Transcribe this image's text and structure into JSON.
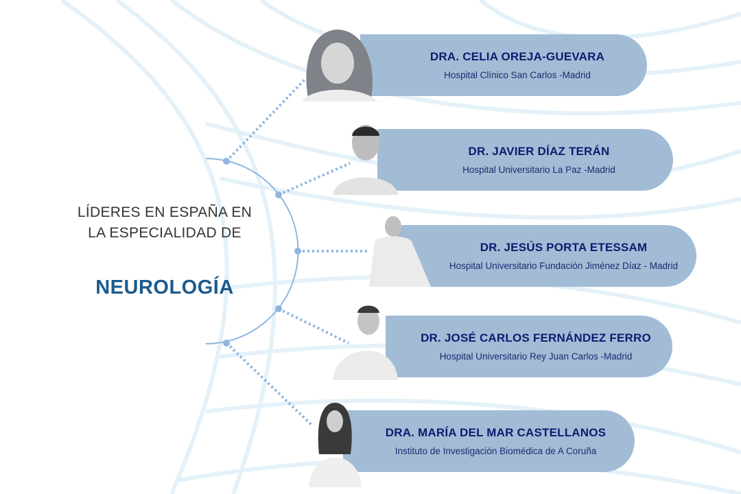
{
  "intro": {
    "line1": "LÍDERES EN ESPAÑA EN",
    "line2": "LA ESPECIALIDAD DE",
    "specialty": "NEUROLOGÍA"
  },
  "doctors": [
    {
      "name": "DRA. CELIA OREJA-GUEVARA",
      "institution": "Hospital Clínico San Carlos -Madrid"
    },
    {
      "name": "DR. JAVIER DÍAZ TERÁN",
      "institution": "Hospital Universitario La Paz -Madrid"
    },
    {
      "name": "DR. JESÚS PORTA ETESSAM",
      "institution": "Hospital Universitario Fundación Jiménez Díaz - Madrid"
    },
    {
      "name": "DR. JOSÉ CARLOS FERNÁNDEZ FERRO",
      "institution": "Hospital Universitario Rey Juan Carlos -Madrid"
    },
    {
      "name": "DRA. MARÍA DEL MAR CASTELLANOS",
      "institution": "Instituto de Investigación Biomédica de A Coruña"
    }
  ],
  "colors": {
    "pill": "#a2bcd6",
    "name": "#0f1a6e",
    "accent": "#1b5b8e",
    "arc": "#8fb6e0"
  }
}
